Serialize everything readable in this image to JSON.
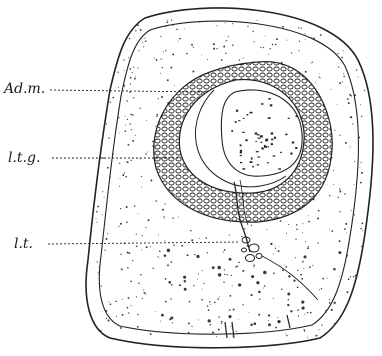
{
  "figure": {
    "labels": {
      "adm": "Ad.m.",
      "ltg": "l.t.g.",
      "lt": "l.t."
    },
    "colors": {
      "ink": "#222222",
      "paper": "#ffffff",
      "stipple": "#3a3a3a"
    }
  }
}
